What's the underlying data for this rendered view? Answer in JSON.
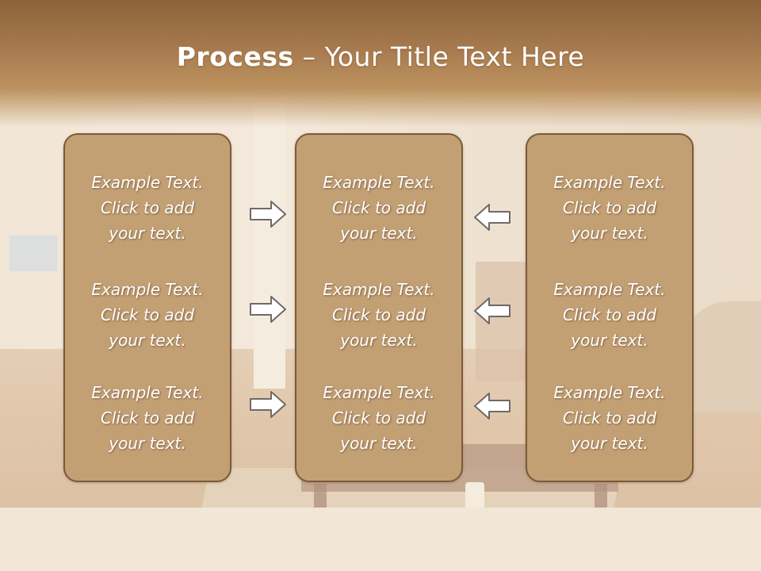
{
  "slide": {
    "title_bold": "Process",
    "title_rest": " – Your Title Text Here"
  },
  "columns": [
    {
      "items": [
        {
          "line1": "Example Text.",
          "line2": "Click  to add",
          "line3": "your text."
        },
        {
          "line1": "Example Text.",
          "line2": "Click  to add",
          "line3": "your text."
        },
        {
          "line1": "Example Text.",
          "line2": "Click  to add",
          "line3": "your text."
        }
      ]
    },
    {
      "items": [
        {
          "line1": "Example Text.",
          "line2": "Click  to add",
          "line3": "your text."
        },
        {
          "line1": "Example Text.",
          "line2": "Click  to add",
          "line3": "your text."
        },
        {
          "line1": "Example Text.",
          "line2": "Click  to add",
          "line3": "your text."
        }
      ]
    },
    {
      "items": [
        {
          "line1": "Example Text.",
          "line2": "Click  to add",
          "line3": "your text."
        },
        {
          "line1": "Example Text.",
          "line2": "Click  to add",
          "line3": "your text."
        },
        {
          "line1": "Example Text.",
          "line2": "Click  to add",
          "line3": "your text."
        }
      ]
    }
  ],
  "arrows": {
    "left_group": "arrow-right-icon",
    "right_group": "arrow-left-icon"
  },
  "colors": {
    "header": "#a67a4e",
    "box_fill": "#c39f74",
    "box_border": "#7b5a38",
    "text": "#ffffff"
  }
}
